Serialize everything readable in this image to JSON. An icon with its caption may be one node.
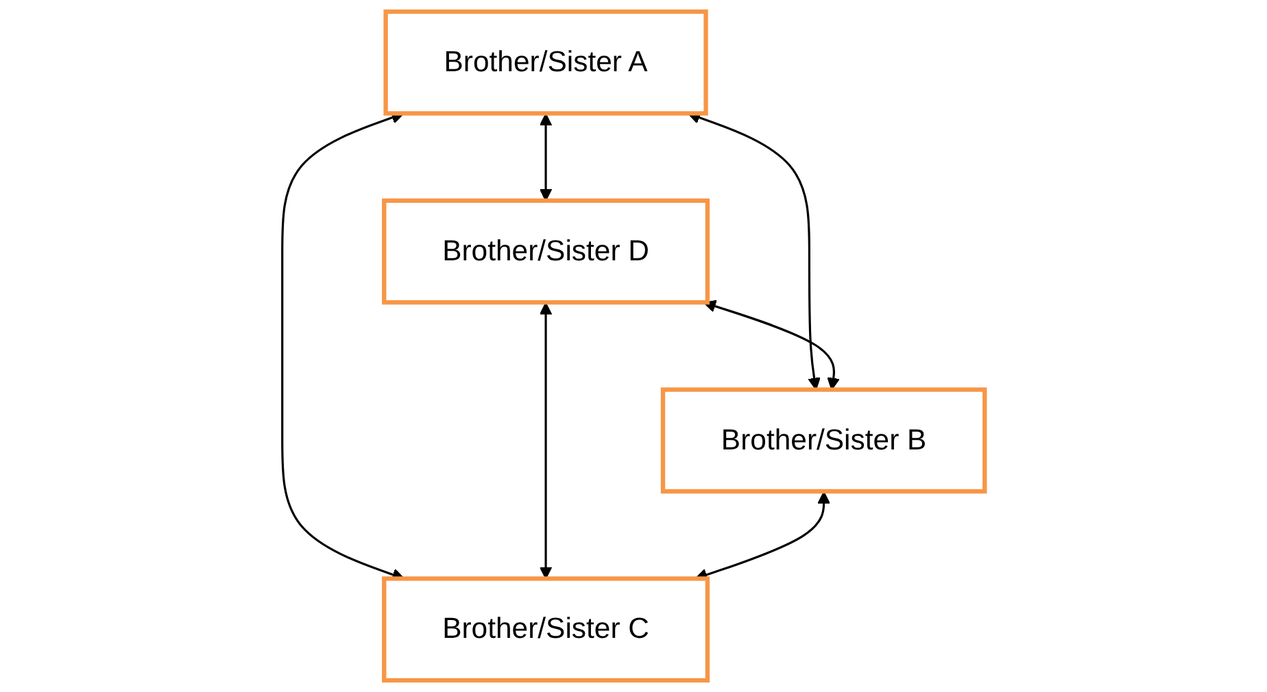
{
  "diagram": {
    "nodes": [
      {
        "text": [
          "Brother/Sister A"
        ]
      },
      {
        "text": [
          "Brother/Sister D"
        ]
      },
      {
        "text": [
          "Brother/Sister B"
        ]
      },
      {
        "text": [
          "Brother/Sister C"
        ]
      }
    ],
    "edges": [
      {
        "from": 0,
        "to": 1,
        "arrow": "both"
      },
      {
        "from": 0,
        "to": 2,
        "arrow": "both"
      },
      {
        "from": 1,
        "to": 2,
        "arrow": "both"
      },
      {
        "from": 0,
        "to": 3,
        "arrow": "both"
      },
      {
        "from": 1,
        "to": 3,
        "arrow": "both"
      },
      {
        "from": 2,
        "to": 3,
        "arrow": "both"
      }
    ]
  }
}
